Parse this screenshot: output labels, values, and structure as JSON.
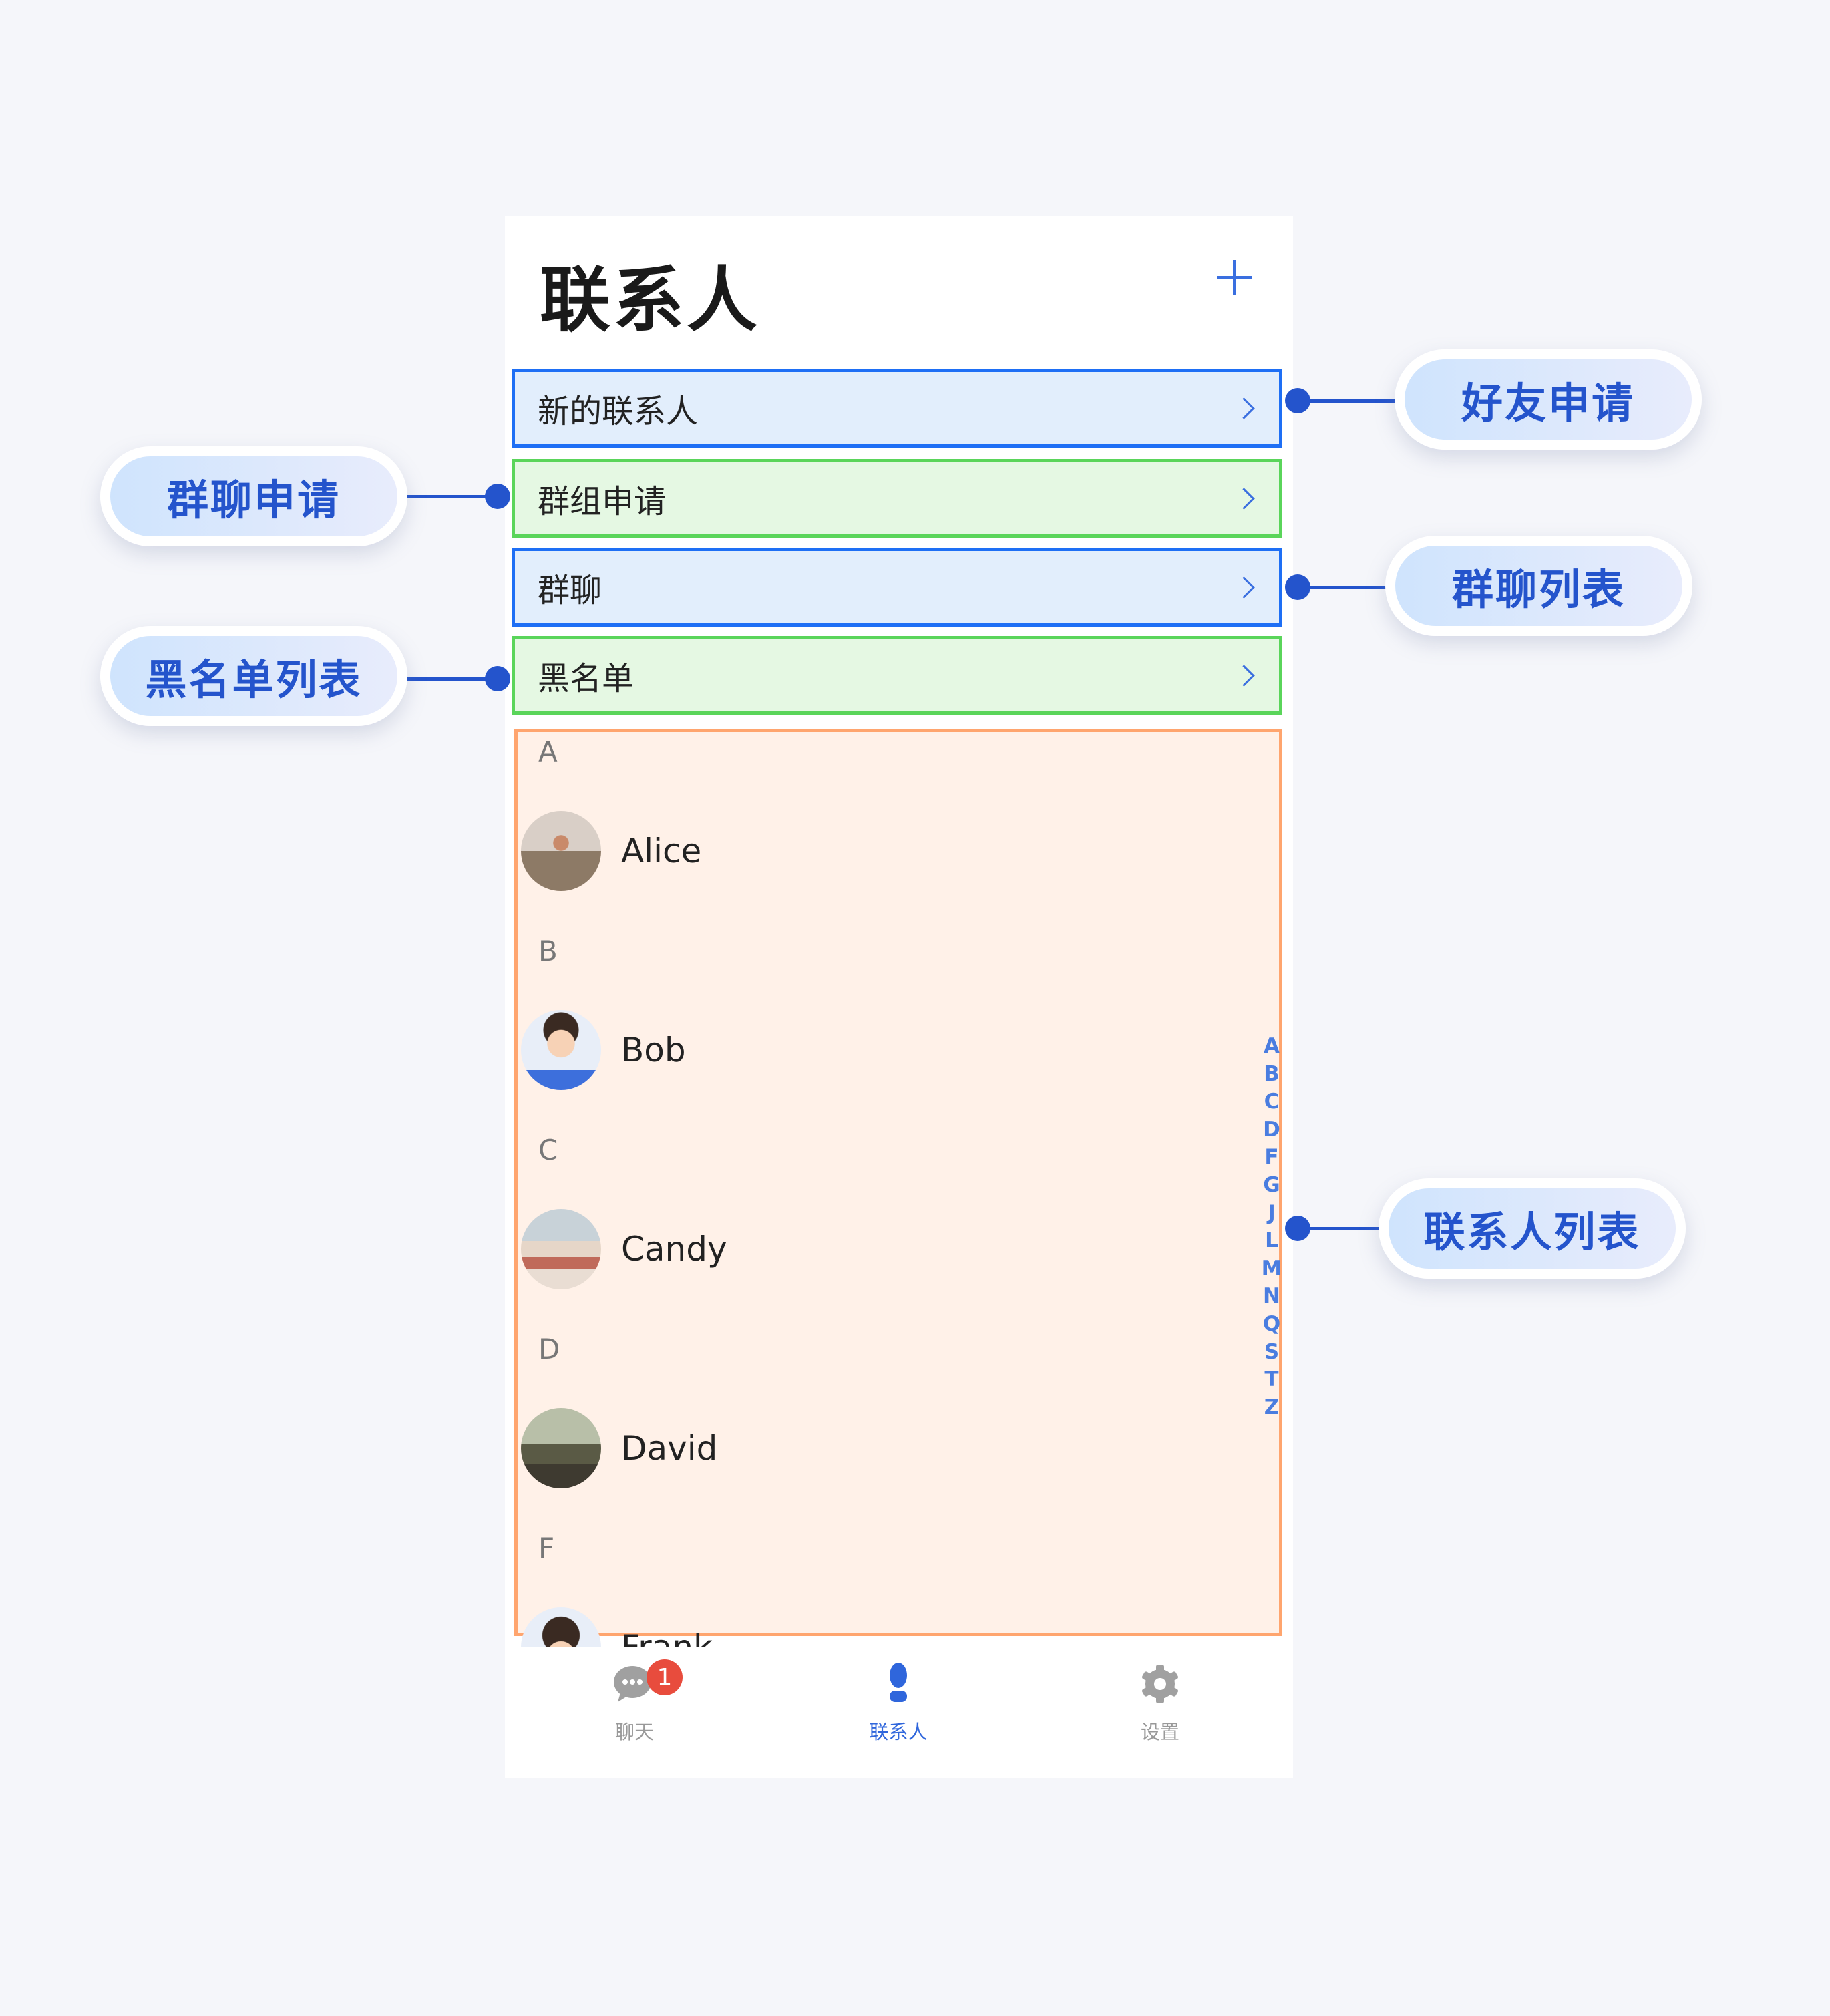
{
  "header": {
    "title": "联系人",
    "add_icon": "plus-icon"
  },
  "menu": [
    {
      "label": "新的联系人"
    },
    {
      "label": "群组申请"
    },
    {
      "label": "群聊"
    },
    {
      "label": "黑名单"
    }
  ],
  "contacts": {
    "sections": [
      {
        "letter": "A",
        "name": "Alice"
      },
      {
        "letter": "B",
        "name": "Bob"
      },
      {
        "letter": "C",
        "name": "Candy"
      },
      {
        "letter": "D",
        "name": "David"
      },
      {
        "letter": "F",
        "name": "Frank"
      }
    ],
    "index": [
      "A",
      "B",
      "C",
      "D",
      "F",
      "G",
      "J",
      "L",
      "M",
      "N",
      "Q",
      "S",
      "T",
      "Z"
    ]
  },
  "tabbar": {
    "tabs": [
      {
        "label": "聊天",
        "badge": "1"
      },
      {
        "label": "联系人"
      },
      {
        "label": "设置"
      }
    ],
    "active": "联系人"
  },
  "callouts": {
    "friend_requests": "好友申请",
    "group_requests": "群聊申请",
    "group_list": "群聊列表",
    "blacklist": "黑名单列表",
    "contact_list": "联系人列表"
  },
  "colors": {
    "accent": "#2f66dc",
    "blue_outline": "#1e6ff5",
    "green_outline": "#5ad55a",
    "orange_outline": "#ffa56e",
    "badge": "#e84c3d"
  }
}
